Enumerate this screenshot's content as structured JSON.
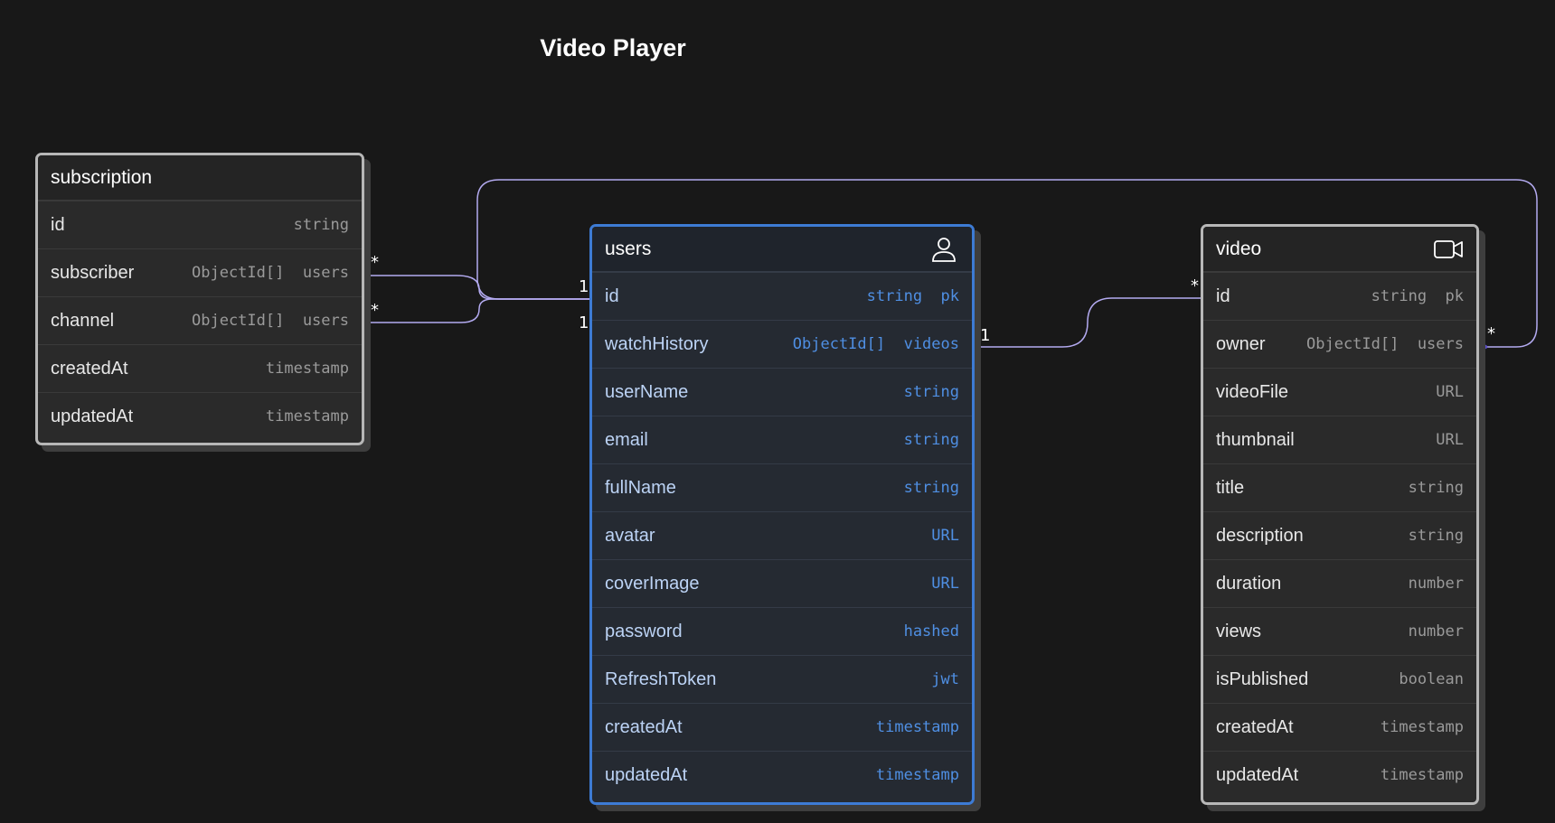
{
  "diagram": {
    "title": "Video Player",
    "colors": {
      "background": "#181818",
      "link": "#b3aaf0",
      "users_border": "#3d7bd4",
      "users_text": "#4f8fe3",
      "neutral_border": "#b7b7b7"
    },
    "tables": [
      {
        "name": "subscription",
        "icon": "",
        "fields": [
          {
            "name": "id",
            "type": "string"
          },
          {
            "name": "subscriber",
            "type": "ObjectId[]  users"
          },
          {
            "name": "channel",
            "type": "ObjectId[]  users"
          },
          {
            "name": "createdAt",
            "type": "timestamp"
          },
          {
            "name": "updatedAt",
            "type": "timestamp"
          }
        ]
      },
      {
        "name": "users",
        "icon": "user-icon",
        "fields": [
          {
            "name": "id",
            "type": "string  pk"
          },
          {
            "name": "watchHistory",
            "type": "ObjectId[]  videos"
          },
          {
            "name": "userName",
            "type": "string"
          },
          {
            "name": "email",
            "type": "string"
          },
          {
            "name": "fullName",
            "type": "string"
          },
          {
            "name": "avatar",
            "type": "URL"
          },
          {
            "name": "coverImage",
            "type": "URL"
          },
          {
            "name": "password",
            "type": "hashed"
          },
          {
            "name": "RefreshToken",
            "type": "jwt"
          },
          {
            "name": "createdAt",
            "type": "timestamp"
          },
          {
            "name": "updatedAt",
            "type": "timestamp"
          }
        ]
      },
      {
        "name": "video",
        "icon": "video-camera-icon",
        "fields": [
          {
            "name": "id",
            "type": "string  pk"
          },
          {
            "name": "owner",
            "type": "ObjectId[]  users"
          },
          {
            "name": "videoFile",
            "type": "URL"
          },
          {
            "name": "thumbnail",
            "type": "URL"
          },
          {
            "name": "title",
            "type": "string"
          },
          {
            "name": "description",
            "type": "string"
          },
          {
            "name": "duration",
            "type": "number"
          },
          {
            "name": "views",
            "type": "number"
          },
          {
            "name": "isPublished",
            "type": "boolean"
          },
          {
            "name": "createdAt",
            "type": "timestamp"
          },
          {
            "name": "updatedAt",
            "type": "timestamp"
          }
        ]
      }
    ],
    "relations": [
      {
        "from": "subscription.subscriber",
        "to": "users.id",
        "from_card": "*",
        "to_card": "1"
      },
      {
        "from": "subscription.channel",
        "to": "users.id",
        "from_card": "*",
        "to_card": "1"
      },
      {
        "from": "users.watchHistory",
        "to": "video.id",
        "from_card": "1",
        "to_card": "*"
      },
      {
        "from": "video.owner",
        "to": "users.id",
        "from_card": "*",
        "to_card": "1"
      }
    ]
  }
}
